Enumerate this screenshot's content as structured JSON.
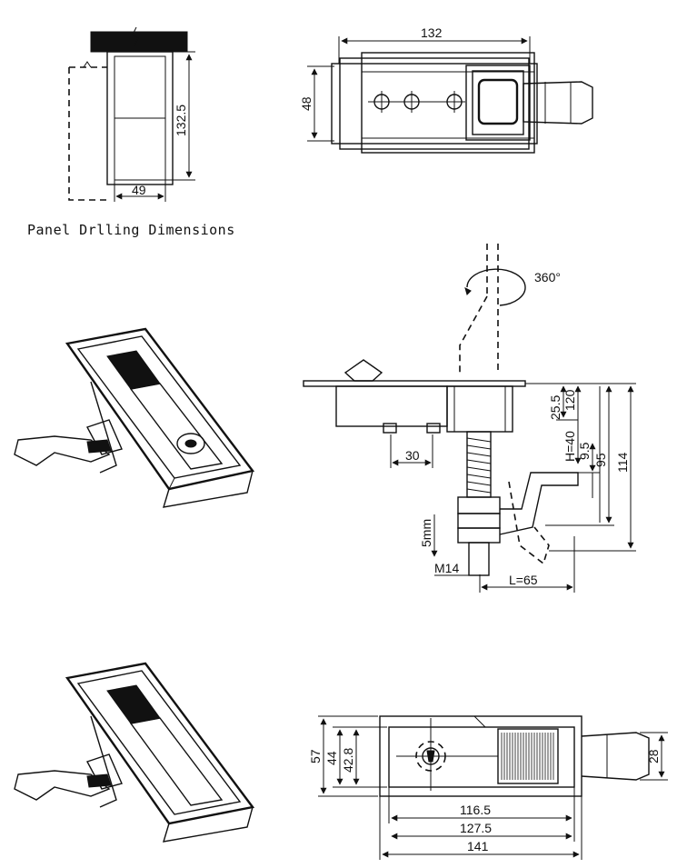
{
  "caption": "Panel Drlling Dimensions",
  "panel_cutout": {
    "height": "132.5",
    "width": "49"
  },
  "top_view": {
    "length": "132",
    "height": "48"
  },
  "side_view": {
    "rotation": "360°",
    "depth_a": "25.5",
    "depth_b": "120",
    "h_label": "H=40",
    "offset_a": "9.5",
    "offset_b": "95",
    "total_height": "114",
    "bolt_spacing": "30",
    "stroke": "5mm",
    "thread": "M14",
    "lever_length": "L=65"
  },
  "bottom_view": {
    "height_outer": "57",
    "height_mid": "44",
    "height_inner": "42.8",
    "len_inner": "116.5",
    "len_mid": "127.5",
    "len_outer": "141",
    "handle_width": "28"
  }
}
